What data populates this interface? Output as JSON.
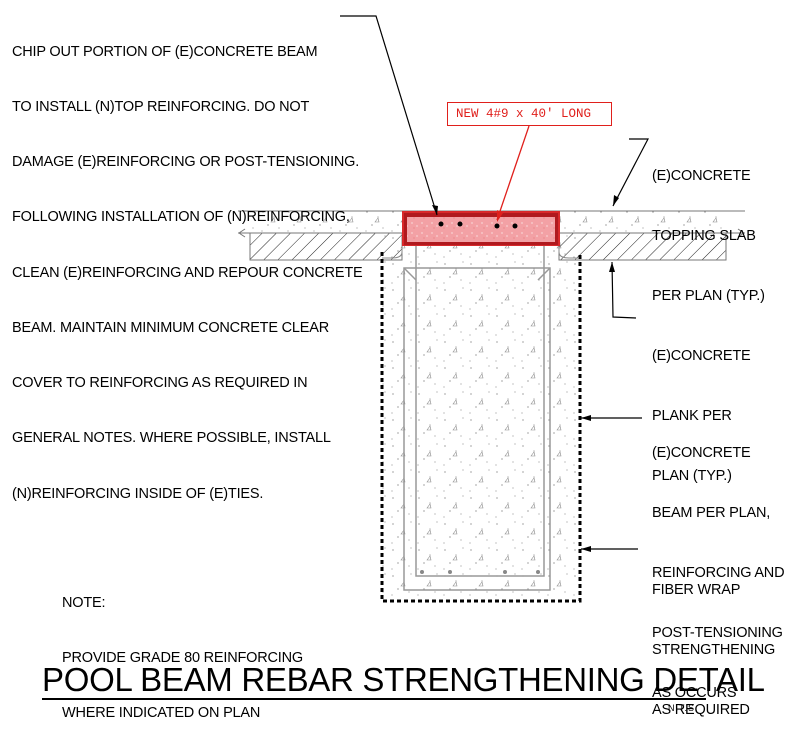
{
  "notes": {
    "chip_out": [
      "CHIP OUT PORTION OF (E)CONCRETE BEAM",
      "TO INSTALL (N)TOP REINFORCING. DO NOT",
      "DAMAGE (E)REINFORCING OR POST-TENSIONING.",
      "FOLLOWING INSTALLATION OF (N)REINFORCING,",
      "CLEAN (E)REINFORCING AND REPOUR CONCRETE",
      "BEAM. MAINTAIN MINIMUM CONCRETE CLEAR",
      "COVER TO REINFORCING AS REQUIRED IN",
      "GENERAL NOTES. WHERE POSSIBLE, INSTALL",
      "(N)REINFORCING INSIDE OF (E)TIES."
    ],
    "topping_slab": [
      "(E)CONCRETE",
      "TOPPING SLAB",
      "PER PLAN (TYP.)"
    ],
    "plank": [
      "(E)CONCRETE",
      "PLANK PER",
      "PLAN (TYP.)"
    ],
    "beam": [
      "(E)CONCRETE",
      "BEAM PER PLAN,",
      "REINFORCING AND",
      "POST-TENSIONING",
      "AS OCCURS"
    ],
    "fiber_wrap": [
      "FIBER WRAP",
      "STRENGTHENING",
      "AS REQUIRED"
    ],
    "general": [
      "NOTE:",
      "PROVIDE GRADE 80 REINFORCING",
      "WHERE INDICATED ON PLAN"
    ]
  },
  "callout": {
    "text": "NEW 4#9 x 40' LONG",
    "color": "#e0201c"
  },
  "title": "POOL BEAM REBAR STRENGTHENING DETAIL",
  "scale_label": "N.T.S."
}
